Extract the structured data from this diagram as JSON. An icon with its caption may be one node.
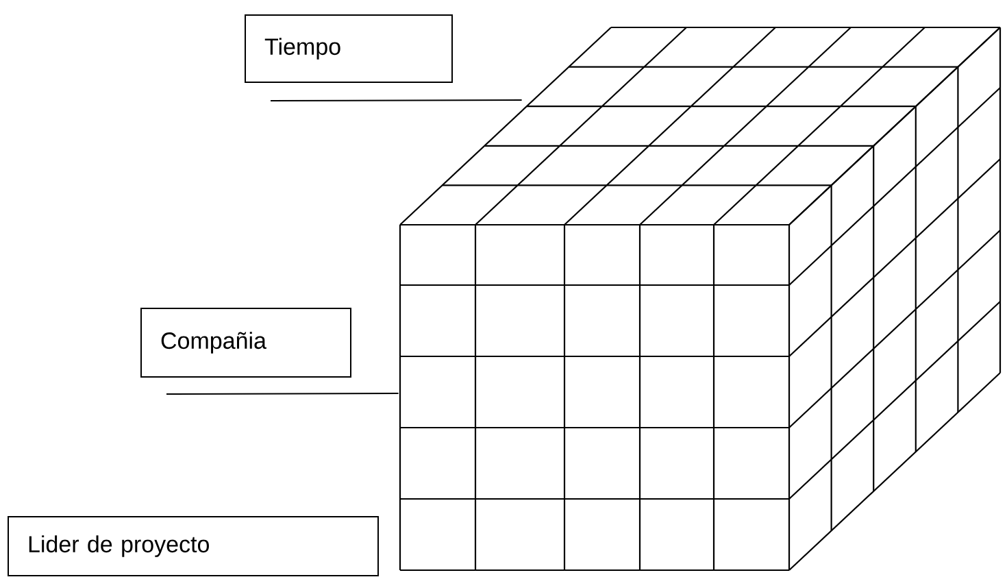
{
  "diagram": {
    "nodes": [
      {
        "text": [
          "Tiempo"
        ]
      },
      {
        "text": [
          "Compañia"
        ]
      },
      {
        "text": [
          "Lider de proyecto"
        ]
      },
      {
        "text": [],
        "shape": "picture"
      }
    ],
    "edges": [
      {
        "from": 0,
        "to": 3,
        "arrow": "none"
      },
      {
        "from": 1,
        "to": 3,
        "arrow": "none"
      }
    ]
  }
}
